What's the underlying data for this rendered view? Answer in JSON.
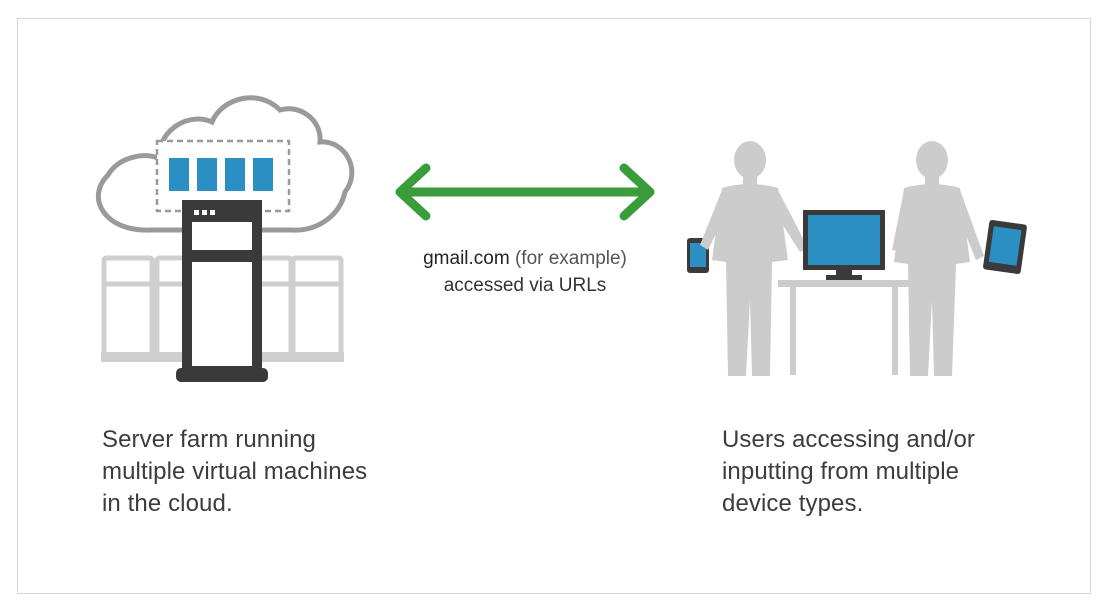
{
  "link": {
    "line1_main": "gmail.com",
    "line1_note": " (for example)",
    "line2": "accessed via URLs"
  },
  "server_caption": {
    "lines": [
      "Server farm running",
      "multiple virtual machines",
      "in the cloud."
    ]
  },
  "users_caption": {
    "lines": [
      "Users accessing and/or",
      "inputting from multiple",
      "device types."
    ]
  },
  "colors": {
    "arrow": "#3a9c3a",
    "screen": "#2b8fc4",
    "server_dark": "#3a3a3a",
    "server_light": "#cdcdcd",
    "people": "#cccccc",
    "cloud_outline": "#9a9a9a"
  }
}
